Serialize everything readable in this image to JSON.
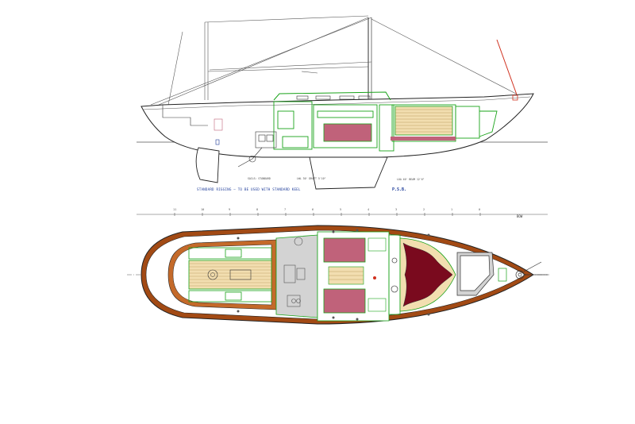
{
  "drawing": {
    "notes": {
      "rig_note": "STANDARD RIGGING — TO BE USED WITH STANDARD KEEL",
      "spec_1": "SAILS: STANDARD",
      "spec_2": "LWL 30' DRAFT 5'10\"",
      "spec_3": "LOA 40' BEAM 12'6\""
    },
    "logo_text": "P.S.B.",
    "bow_label": "BOW",
    "stations": [
      "11",
      "10",
      "9",
      "8",
      "7",
      "6",
      "5",
      "4",
      "3",
      "2",
      "1",
      "0"
    ],
    "colors": {
      "hull_outline": "#222222",
      "interior_green": "#1aa31a",
      "berth_cushion": "#c0627a",
      "v_berth": "#7a0a1e",
      "teak_deck": "#f2deb0",
      "toerail_wood": "#a24a14",
      "cabin_sole_grey": "#d3d3d3",
      "note_blue": "#1f3d9a",
      "rigging_red": "#d0301e"
    }
  }
}
